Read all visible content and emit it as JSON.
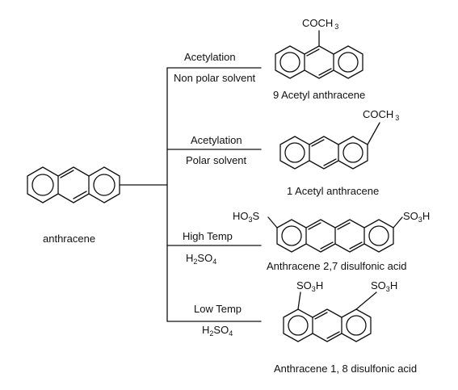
{
  "starting_material": {
    "label": "anthracene"
  },
  "branches": [
    {
      "above": "Acetylation",
      "below": "Non polar solvent",
      "product": {
        "name": "9 Acetyl anthracene",
        "substituent": "COCH",
        "substituent_sub": "3"
      }
    },
    {
      "above": "Acetylation",
      "below": "Polar solvent",
      "product": {
        "name": "1 Acetyl anthracene",
        "substituent": "COCH",
        "substituent_sub": "3"
      }
    },
    {
      "above": "High Temp",
      "below_main": "H",
      "below_sub1": "2",
      "below_mid": "SO",
      "below_sub2": "4",
      "product": {
        "name": "Anthracene 2,7 disulfonic acid",
        "left_group": {
          "a": "HO",
          "sub": "3",
          "b": "S"
        },
        "right_group": {
          "a": "SO",
          "sub": "3",
          "b": "H"
        }
      }
    },
    {
      "above": "Low Temp",
      "below_main": "H",
      "below_sub1": "2",
      "below_mid": "SO",
      "below_sub2": "4",
      "product": {
        "name": "Anthracene 1, 8 disulfonic acid",
        "left_group": {
          "a": "SO",
          "sub": "3",
          "b": "H"
        },
        "right_group": {
          "a": "SO",
          "sub": "3",
          "b": "H"
        }
      }
    }
  ]
}
